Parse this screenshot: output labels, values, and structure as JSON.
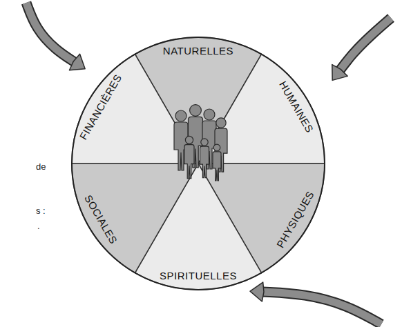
{
  "diagram": {
    "nodes": [
      {
        "text": [
          "NATURELLES"
        ]
      },
      {
        "text": [
          "HUMAINES"
        ]
      },
      {
        "text": [
          "PHYSIQUES"
        ]
      },
      {
        "text": [
          "SPIRITUELLES"
        ]
      },
      {
        "text": [
          "SOCIALES"
        ]
      },
      {
        "text": [
          "FINANCIÈRES"
        ]
      }
    ],
    "labels": [
      "de",
      "s :",
      "."
    ]
  }
}
